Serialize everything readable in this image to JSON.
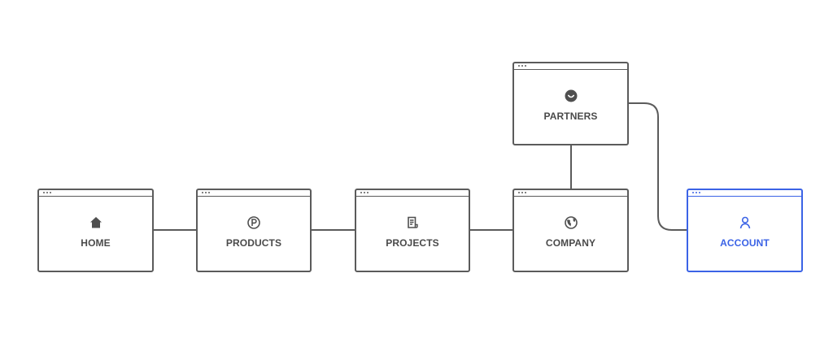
{
  "colors": {
    "stroke": "#5b5b5b",
    "text": "#4a4a4a",
    "accent": "#3b63e6",
    "background": "#ffffff"
  },
  "nodes": {
    "home": {
      "label": "HOME",
      "icon": "home-icon"
    },
    "products": {
      "label": "PRODUCTS",
      "icon": "circled-p-icon"
    },
    "projects": {
      "label": "PROJECTS",
      "icon": "document-icon"
    },
    "company": {
      "label": "COMPANY",
      "icon": "globe-icon"
    },
    "partners": {
      "label": "PARTNERS",
      "icon": "smiley-icon"
    },
    "account": {
      "label": "ACCOUNT",
      "icon": "user-icon",
      "selected": true
    }
  },
  "edges": [
    [
      "home",
      "products"
    ],
    [
      "products",
      "projects"
    ],
    [
      "projects",
      "company"
    ],
    [
      "company",
      "partners"
    ],
    [
      "partners",
      "account"
    ]
  ]
}
